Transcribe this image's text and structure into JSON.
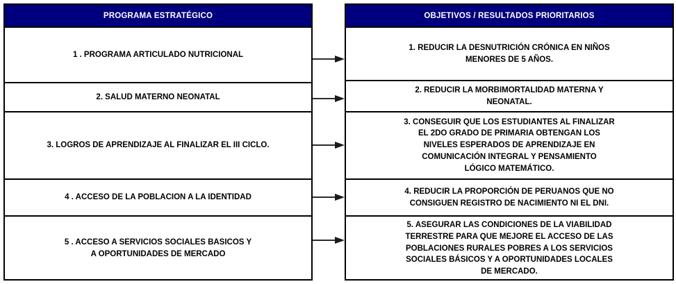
{
  "diagram": {
    "type": "two-column-mapping",
    "accent_color": "#00007f",
    "text_color": "#000000",
    "background_color": "#ffffff",
    "border_color": "#000000",
    "arrow_color": "#2b2b2b",
    "left_column": {
      "header": "PROGRAMA ESTRATÉGICO",
      "rows": [
        "1 . PROGRAMA ARTICULADO NUTRICIONAL",
        "2. SALUD MATERNO NEONATAL",
        "3. LOGROS DE APRENDIZAJE  AL FINALIZAR EL III CICLO.",
        "4 . ACCESO DE LA POBLACION A LA IDENTIDAD",
        "5 . ACCESO A SERVICIOS SOCIALES BASICOS Y\nA OPORTUNIDADES DE MERCADO"
      ]
    },
    "right_column": {
      "header": "OBJETIVOS / RESULTADOS PRIORITARIOS",
      "rows": [
        "1. REDUCIR LA DESNUTRICIÓN CRÓNICA EN NIÑOS\nMENORES DE 5 AÑOS.",
        "2. REDUCIR LA MORBIMORTALIDAD MATERNA Y\nNEONATAL.",
        "3. CONSEGUIR QUE LOS ESTUDIANTES AL   FINALIZAR\nEL 2DO GRADO DE PRIMARIA  OBTENGAN LOS\nNIVELES ESPERADOS DE  APRENDIZAJE EN\nCOMUNICACIÓN INTEGRAL Y PENSAMIENTO\nLÓGICO  MATEMÁTICO.",
        "4. REDUCIR LA PROPORCIÓN DE PERUANOS QUE NO\nCONSIGUEN REGISTRO DE  NACIMIENTO NI EL DNI.",
        "5. ASEGURAR LAS CONDICIONES DE LA VIABILIDAD\nTERRESTRE PARA QUE MEJORE EL ACCESO DE LAS\nPOBLACIONES RURALES POBRES A LOS SERVICIOS\nSOCIALES BÁSICOS Y A OPORTUNIDADES LOCALES\nDE MERCADO."
      ]
    },
    "connectors": [
      {
        "name": "arrow-row-1",
        "label": "arrow-right-icon"
      },
      {
        "name": "arrow-row-2",
        "label": "arrow-right-icon"
      },
      {
        "name": "arrow-row-3",
        "label": "arrow-right-icon"
      },
      {
        "name": "arrow-row-4",
        "label": "arrow-right-icon"
      },
      {
        "name": "arrow-row-5",
        "label": "arrow-right-icon"
      }
    ]
  }
}
